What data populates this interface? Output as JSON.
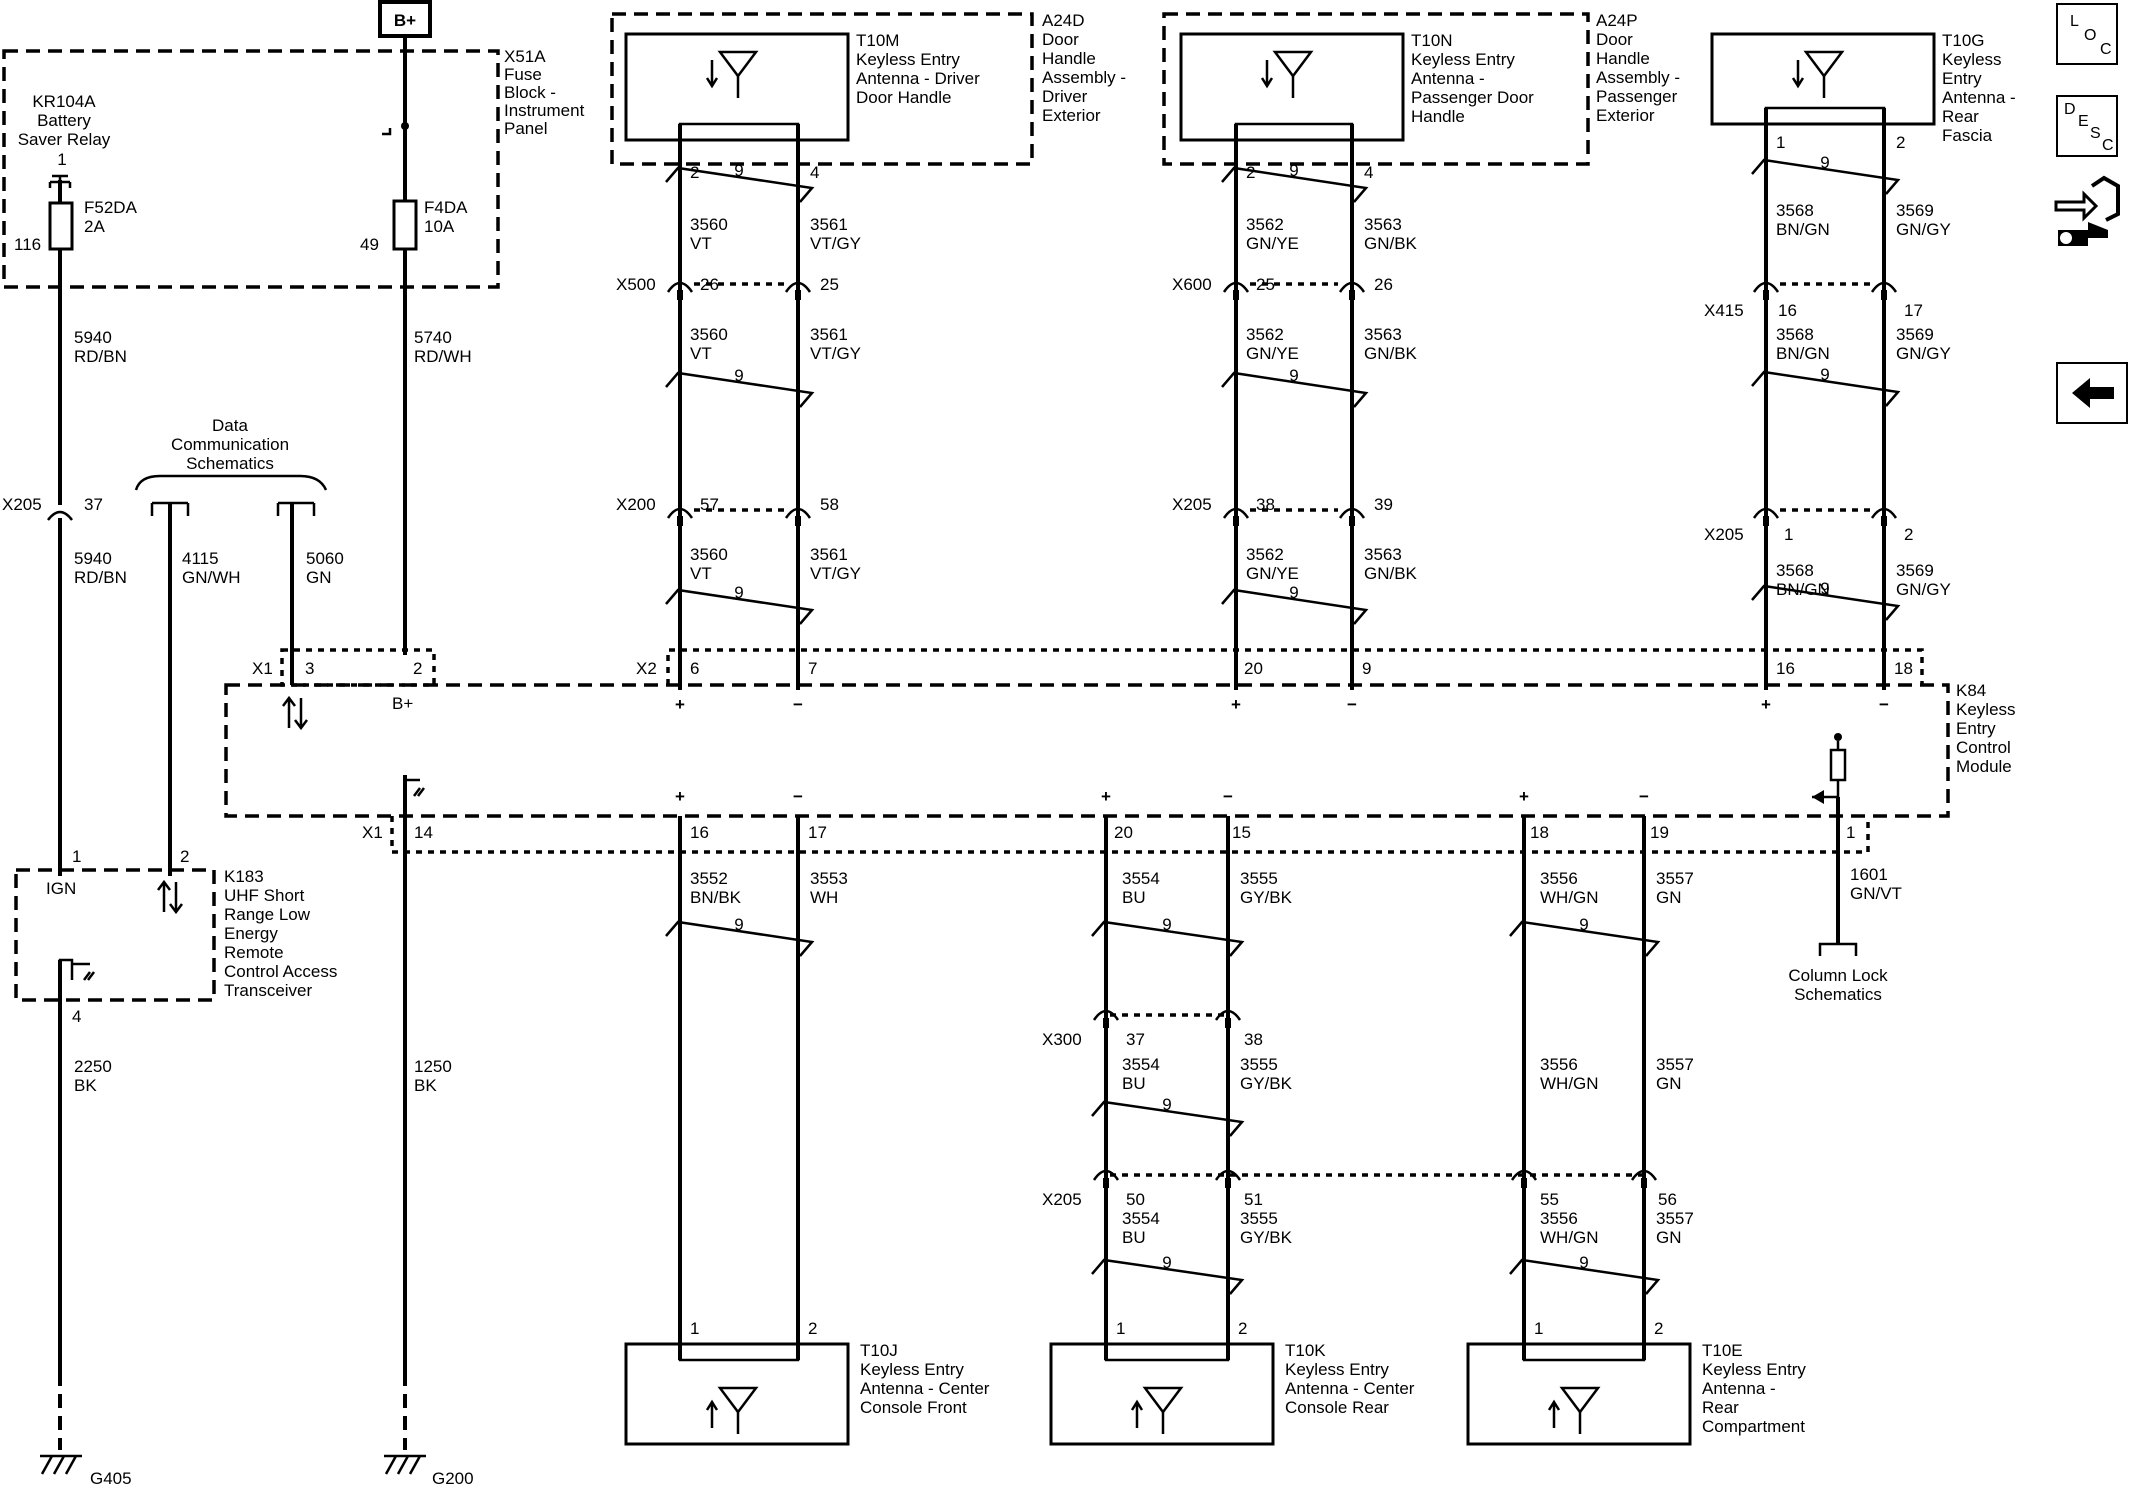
{
  "power": {
    "label": "B+",
    "module_pin_label": "B+"
  },
  "fuse_block": {
    "ref": "X51A",
    "name_lines": [
      "Fuse",
      "Block -",
      "Instrument",
      "Panel"
    ],
    "relay": {
      "ref": "KR104A",
      "name_lines": [
        "Battery",
        "Saver Relay"
      ],
      "pin": "1"
    },
    "fuses": [
      {
        "ref": "F52DA",
        "rating": "2A",
        "pin": "116"
      },
      {
        "ref": "F4DA",
        "rating": "10A",
        "pin": "49"
      }
    ]
  },
  "wires_left": [
    {
      "circuit": "5940",
      "color": "RD/BN"
    },
    {
      "circuit": "5740",
      "color": "RD/WH"
    },
    {
      "circuit": "5940",
      "color": "RD/BN"
    },
    {
      "circuit": "4115",
      "color": "GN/WH"
    },
    {
      "circuit": "5060",
      "color": "GN"
    },
    {
      "circuit": "2250",
      "color": "BK"
    },
    {
      "circuit": "1250",
      "color": "BK"
    },
    {
      "circuit": "1601",
      "color": "GN/VT"
    }
  ],
  "data_comm": {
    "lines": [
      "Data",
      "Communication",
      "Schematics"
    ]
  },
  "column_lock": {
    "lines": [
      "Column Lock",
      "Schematics"
    ]
  },
  "connectors": {
    "x205_left": {
      "ref": "X205",
      "pin": "37"
    },
    "x1_top": {
      "ref": "X1",
      "pins": [
        "3",
        "2"
      ]
    },
    "x2": {
      "ref": "X2",
      "pins": [
        "6",
        "7",
        "20",
        "9",
        "16",
        "18"
      ]
    },
    "x1_bottom": {
      "ref": "X1",
      "pins": [
        "14",
        "16",
        "17",
        "20",
        "15",
        "18",
        "19",
        "1"
      ]
    },
    "x500": {
      "ref": "X500",
      "pins": [
        "26",
        "25"
      ]
    },
    "x200": {
      "ref": "X200",
      "pins": [
        "57",
        "58"
      ]
    },
    "x600": {
      "ref": "X600",
      "pins": [
        "25",
        "26"
      ]
    },
    "x205_mid": {
      "ref": "X205",
      "pins": [
        "38",
        "39"
      ]
    },
    "x415": {
      "ref": "X415",
      "pins": [
        "16",
        "17"
      ]
    },
    "x205_right": {
      "ref": "X205",
      "pins": [
        "1",
        "2"
      ]
    },
    "x300": {
      "ref": "X300",
      "pins": [
        "37",
        "38"
      ]
    },
    "x205_low": {
      "ref": "X205",
      "pins": [
        "50",
        "51",
        "55",
        "56"
      ]
    }
  },
  "module": {
    "ref": "K84",
    "name_lines": [
      "Keyless",
      "Entry",
      "Control",
      "Module"
    ],
    "plus": "+",
    "minus": "−"
  },
  "transceiver": {
    "ref": "K183",
    "name_lines": [
      "UHF Short",
      "Range Low",
      "Energy",
      "Remote",
      "Control Access",
      "Transceiver"
    ],
    "pins": [
      "1",
      "2",
      "4"
    ],
    "ign": "IGN"
  },
  "grounds": [
    {
      "ref": "G405"
    },
    {
      "ref": "G200"
    }
  ],
  "twist_label": "9",
  "antennas_top": [
    {
      "ref": "T10M",
      "name_lines": [
        "Keyless Entry",
        "Antenna - Driver",
        "Door Handle"
      ],
      "assembly": {
        "ref": "A24D",
        "name_lines": [
          "Door",
          "Handle",
          "Assembly -",
          "Driver",
          "Exterior"
        ]
      },
      "pins": [
        "2",
        "4"
      ],
      "wires": [
        {
          "circuit": "3560",
          "color": "VT"
        },
        {
          "circuit": "3561",
          "color": "VT/GY"
        }
      ]
    },
    {
      "ref": "T10N",
      "name_lines": [
        "Keyless Entry",
        "Antenna -",
        "Passenger Door",
        "Handle"
      ],
      "assembly": {
        "ref": "A24P",
        "name_lines": [
          "Door",
          "Handle",
          "Assembly -",
          "Passenger",
          "Exterior"
        ]
      },
      "pins": [
        "2",
        "4"
      ],
      "wires": [
        {
          "circuit": "3562",
          "color": "GN/YE"
        },
        {
          "circuit": "3563",
          "color": "GN/BK"
        }
      ]
    },
    {
      "ref": "T10G",
      "name_lines": [
        "Keyless",
        "Entry",
        "Antenna -",
        "Rear",
        "Fascia"
      ],
      "pins": [
        "1",
        "2"
      ],
      "wires": [
        {
          "circuit": "3568",
          "color": "BN/GN"
        },
        {
          "circuit": "3569",
          "color": "GN/GY"
        }
      ]
    }
  ],
  "antennas_bottom": [
    {
      "ref": "T10J",
      "name_lines": [
        "Keyless Entry",
        "Antenna - Center",
        "Console Front"
      ],
      "pins": [
        "1",
        "2"
      ],
      "wires": [
        {
          "circuit": "3552",
          "color": "BN/BK"
        },
        {
          "circuit": "3553",
          "color": "WH"
        }
      ]
    },
    {
      "ref": "T10K",
      "name_lines": [
        "Keyless Entry",
        "Antenna - Center",
        "Console Rear"
      ],
      "pins": [
        "1",
        "2"
      ],
      "wires": [
        {
          "circuit": "3554",
          "color": "BU"
        },
        {
          "circuit": "3555",
          "color": "GY/BK"
        }
      ]
    },
    {
      "ref": "T10E",
      "name_lines": [
        "Keyless Entry",
        "Antenna -",
        "Rear",
        "Compartment"
      ],
      "pins": [
        "1",
        "2"
      ],
      "wires": [
        {
          "circuit": "3556",
          "color": "WH/GN"
        },
        {
          "circuit": "3557",
          "color": "GN"
        }
      ]
    }
  ],
  "nav": {
    "loc": [
      "L",
      "O",
      "C"
    ],
    "desc": [
      "D",
      "E",
      "S",
      "C"
    ],
    "back_icon": "arrow-left-icon",
    "flow_icon": "signal-flow-icon"
  }
}
